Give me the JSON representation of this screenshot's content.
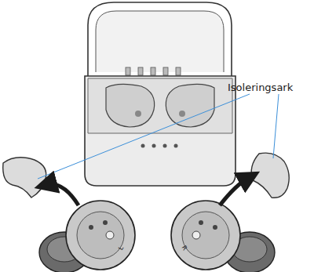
{
  "diagram": {
    "labels": [
      "Isoleringsark",
      "L",
      "R"
    ]
  }
}
